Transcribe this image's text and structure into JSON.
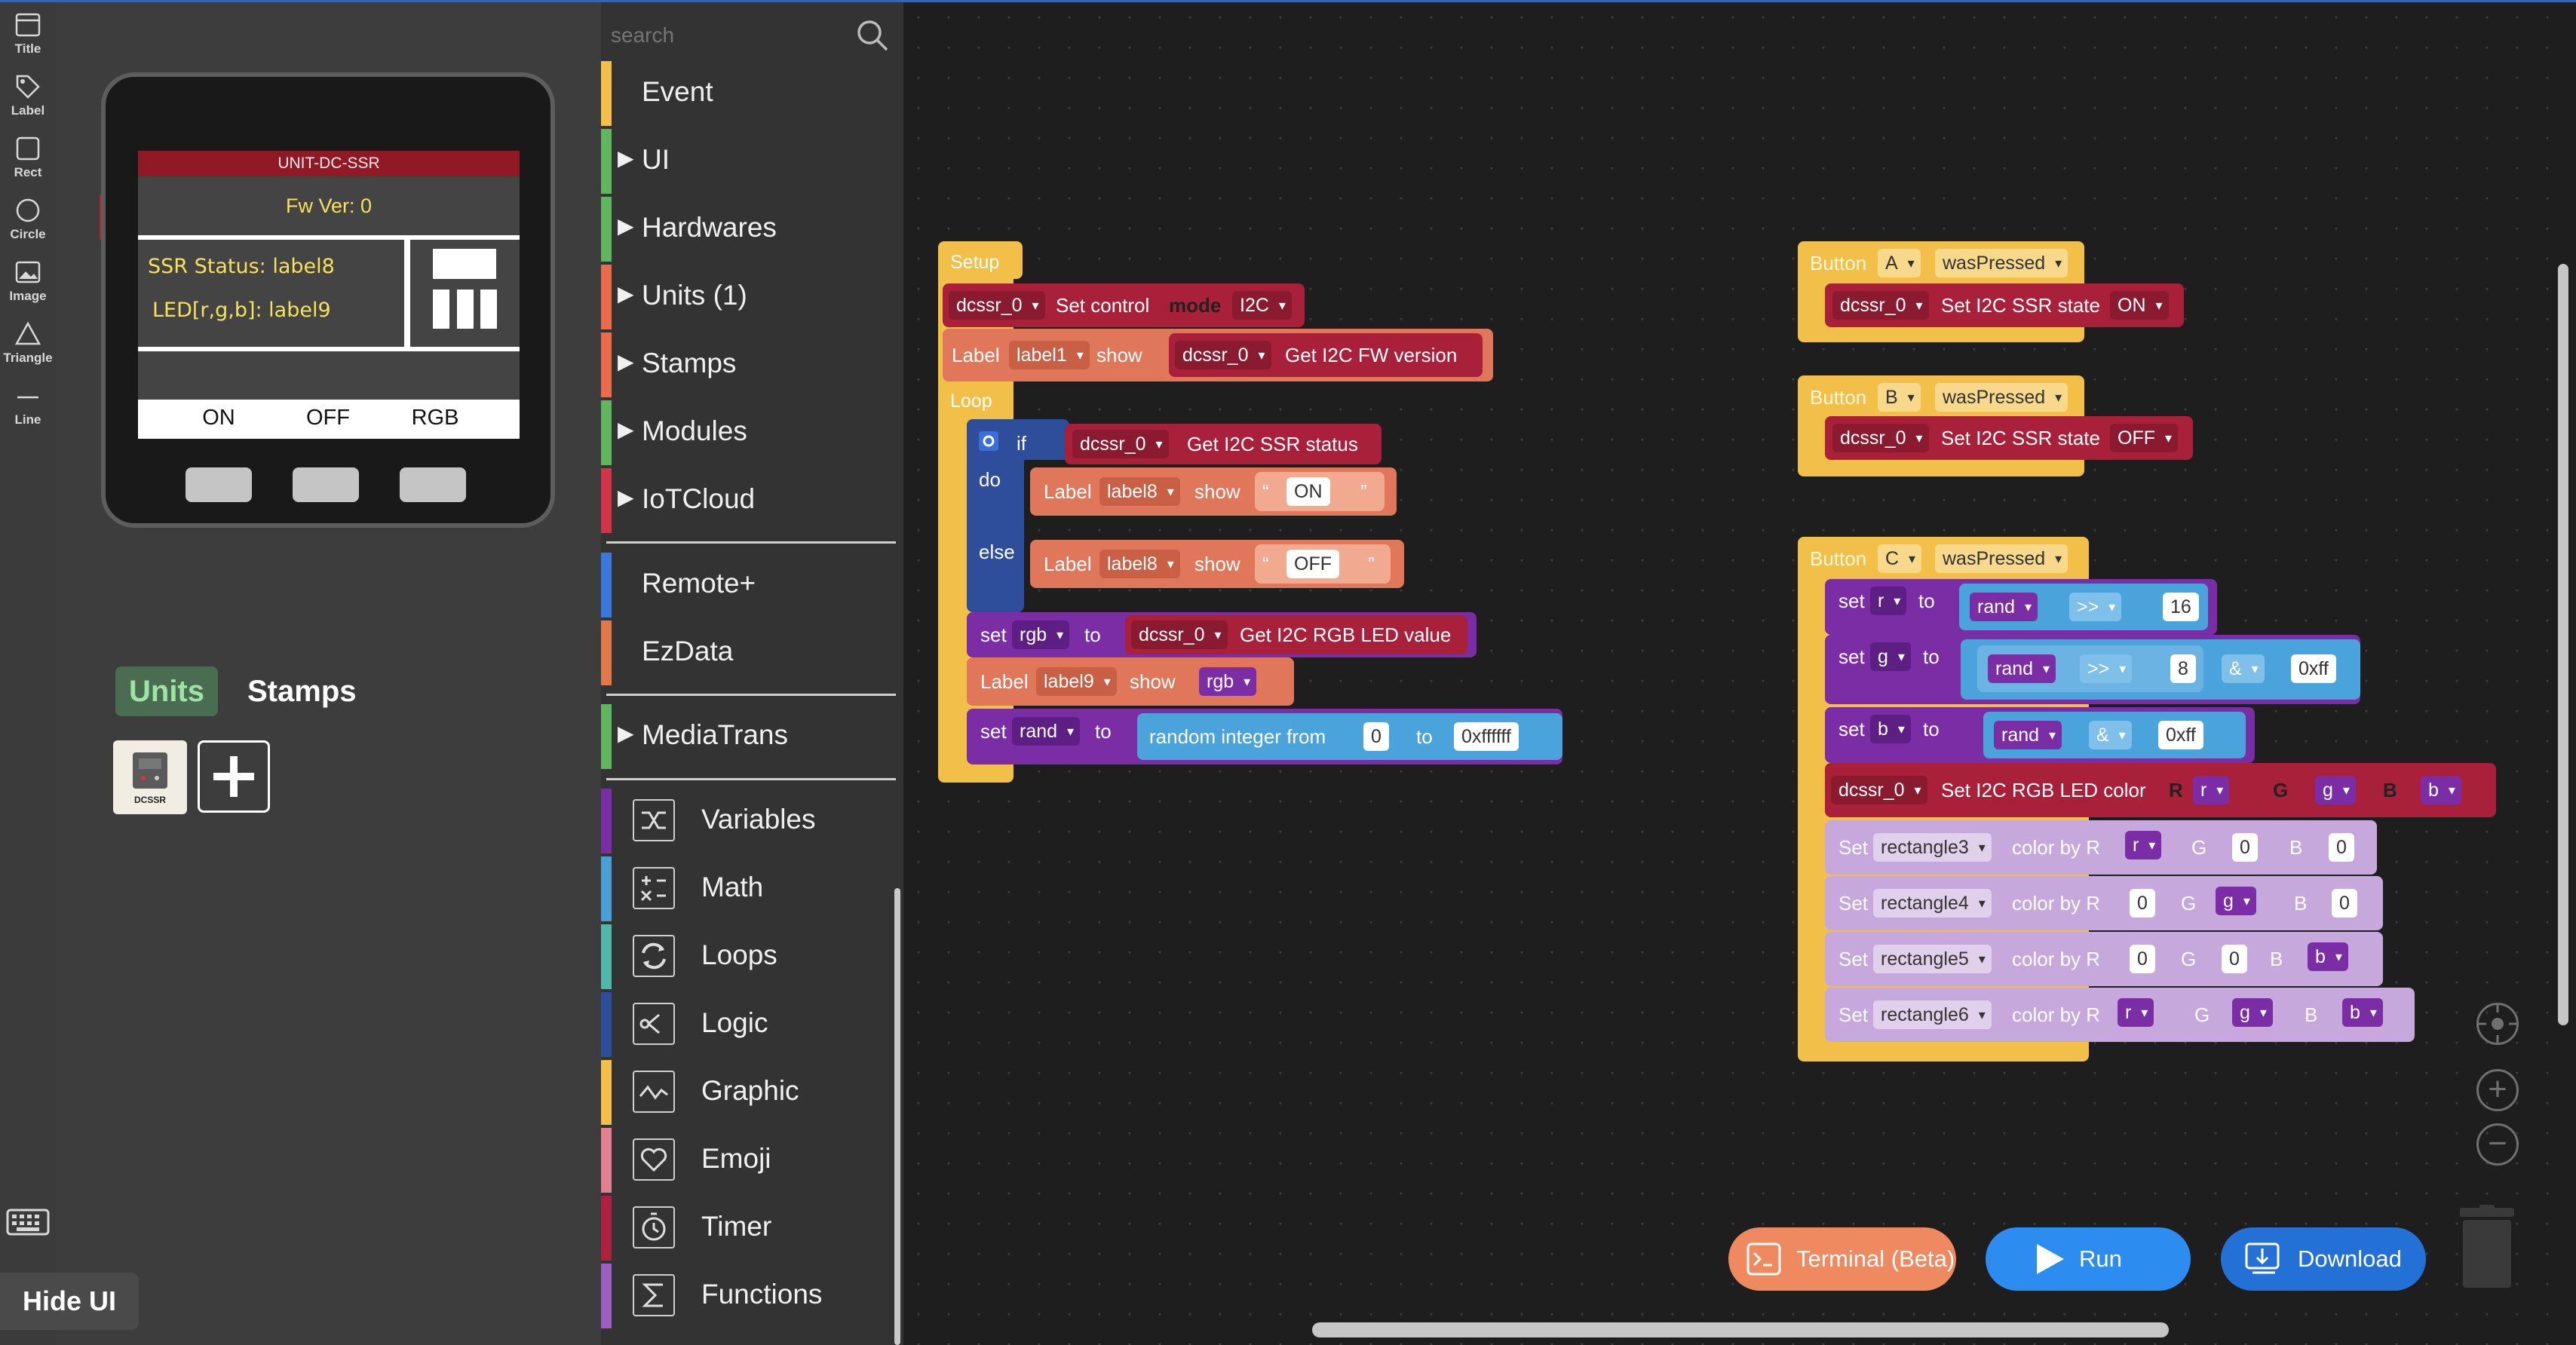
{
  "tools": [
    {
      "label": "Title",
      "icon": "title-icon"
    },
    {
      "label": "Label",
      "icon": "tag-icon"
    },
    {
      "label": "Rect",
      "icon": "rect-icon"
    },
    {
      "label": "Circle",
      "icon": "circle-icon"
    },
    {
      "label": "Image",
      "icon": "image-icon"
    },
    {
      "label": "Triangle",
      "icon": "triangle-icon"
    },
    {
      "label": "Line",
      "icon": "line-icon"
    }
  ],
  "device": {
    "title": "UNIT-DC-SSR",
    "fw": "Fw Ver:  0",
    "ssr": "SSR Status:   label8",
    "led": "LED[r,g,b]:  label9",
    "buttons": [
      "ON",
      "OFF",
      "RGB"
    ]
  },
  "panel_tabs": {
    "units": "Units",
    "stamps": "Stamps"
  },
  "unit_thumb_label": "DCSSR",
  "hide_ui": "Hide UI",
  "search": {
    "placeholder": "search"
  },
  "categories": [
    {
      "label": "Event",
      "color": "#f2bf49",
      "arrow": false
    },
    {
      "label": "UI",
      "color": "#5fb65f",
      "arrow": true
    },
    {
      "label": "Hardwares",
      "color": "#5fb65f",
      "arrow": true
    },
    {
      "label": "Units (1)",
      "color": "#ea6a4a",
      "arrow": true
    },
    {
      "label": "Stamps",
      "color": "#ea6a4a",
      "arrow": true
    },
    {
      "label": "Modules",
      "color": "#5fb65f",
      "arrow": true
    },
    {
      "label": "IoTCloud",
      "color": "#d4344b",
      "arrow": true
    },
    {
      "label": "Remote+",
      "color": "#3a78e0",
      "arrow": false
    },
    {
      "label": "EzData",
      "color": "#e07848",
      "arrow": false
    },
    {
      "label": "MediaTrans",
      "color": "#5fb65f",
      "arrow": true
    },
    {
      "label": "Variables",
      "color": "#7a2da5",
      "icon": "variables-icon"
    },
    {
      "label": "Math",
      "color": "#4a9fd8",
      "icon": "math-icon"
    },
    {
      "label": "Loops",
      "color": "#4fb8a8",
      "icon": "loops-icon"
    },
    {
      "label": "Logic",
      "color": "#2e4d9a",
      "icon": "logic-icon"
    },
    {
      "label": "Graphic",
      "color": "#f2bf49",
      "icon": "graphic-icon"
    },
    {
      "label": "Emoji",
      "color": "#e08090",
      "icon": "emoji-icon"
    },
    {
      "label": "Timer",
      "color": "#b02040",
      "icon": "timer-icon"
    },
    {
      "label": "Functions",
      "color": "#9a5fc0",
      "icon": "functions-icon"
    }
  ],
  "blocks": {
    "setup": "Setup",
    "set_mode": {
      "obj": "dcssr_0",
      "text": "Set control",
      "mode_kw": "mode",
      "mode": "I2C"
    },
    "label_fw": {
      "kw": "Label",
      "label": "label1",
      "show": "show",
      "obj": "dcssr_0",
      "text": "Get I2C FW version"
    },
    "loop": "Loop",
    "if_kw": "if",
    "if_cond": {
      "obj": "dcssr_0",
      "text": "Get I2C SSR status"
    },
    "do_kw": "do",
    "do_label": {
      "kw": "Label",
      "label": "label8",
      "show": "show",
      "val": "ON"
    },
    "else_kw": "else",
    "else_label": {
      "kw": "Label",
      "label": "label8",
      "show": "show",
      "val": "OFF"
    },
    "set_rgb": {
      "kw": "set",
      "var": "rgb",
      "to": "to",
      "obj": "dcssr_0",
      "text": "Get I2C RGB LED value"
    },
    "label9": {
      "kw": "Label",
      "label": "label9",
      "show": "show",
      "var": "rgb"
    },
    "set_rand": {
      "kw": "set",
      "var": "rand",
      "to": "to",
      "text": "random integer from",
      "from": "0",
      "to2": "to",
      "max": "0xffffff"
    },
    "btnA": {
      "kw": "Button",
      "btn": "A",
      "ev": "wasPressed",
      "obj": "dcssr_0",
      "text": "Set I2C SSR state",
      "state": "ON"
    },
    "btnB": {
      "kw": "Button",
      "btn": "B",
      "ev": "wasPressed",
      "obj": "dcssr_0",
      "text": "Set I2C SSR state",
      "state": "OFF"
    },
    "btnC": {
      "kw": "Button",
      "btn": "C",
      "ev": "wasPressed"
    },
    "set_r": {
      "kw": "set",
      "var": "r",
      "to": "to",
      "a": "rand",
      "op": ">>",
      "b": "16"
    },
    "set_g": {
      "kw": "set",
      "var": "g",
      "to": "to",
      "a": "rand",
      "op": ">>",
      "b": "8",
      "op2": "&",
      "c": "0xff"
    },
    "set_b": {
      "kw": "set",
      "var": "b",
      "to": "to",
      "a": "rand",
      "op": "&",
      "b": "0xff"
    },
    "set_led": {
      "obj": "dcssr_0",
      "text": "Set I2C RGB LED color",
      "r_kw": "R",
      "r": "r",
      "g_kw": "G",
      "g": "g",
      "b_kw": "B",
      "b": "b"
    },
    "rects": [
      {
        "set": "Set",
        "name": "rectangle3",
        "cb": "color by R",
        "r": "r",
        "g": "0",
        "b": "0"
      },
      {
        "set": "Set",
        "name": "rectangle4",
        "cb": "color by R",
        "r": "0",
        "g": "g",
        "b": "0"
      },
      {
        "set": "Set",
        "name": "rectangle5",
        "cb": "color by R",
        "r": "0",
        "g": "0",
        "b": "b"
      },
      {
        "set": "Set",
        "name": "rectangle6",
        "cb": "color by R",
        "r": "r",
        "g": "g",
        "b": "b"
      }
    ],
    "g_kw": "G",
    "b_kw": "B"
  },
  "buttons": {
    "terminal": "Terminal (Beta)",
    "run": "Run",
    "download": "Download"
  }
}
